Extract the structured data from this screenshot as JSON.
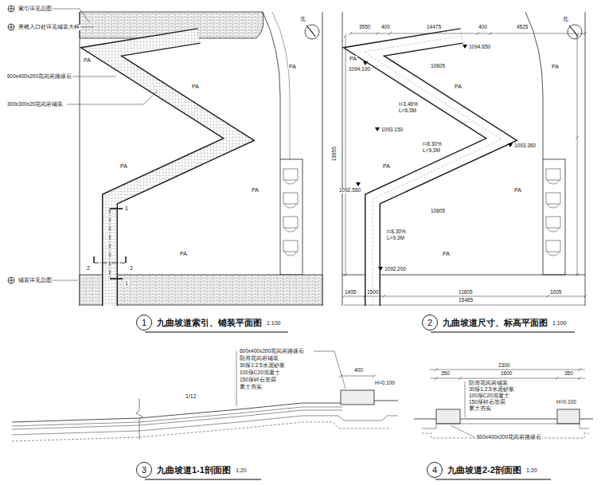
{
  "diagram": {
    "nodes": [
      {
        "text": [
          "1",
          "九曲坡道索引、铺装平面图",
          "1:100"
        ]
      },
      {
        "text": [
          "2",
          "九曲坡道尺寸、标高平面图",
          "1:100"
        ]
      },
      {
        "text": [
          "3",
          "九曲坡道1-1剖面图",
          "1:20"
        ]
      },
      {
        "text": [
          "4",
          "九曲坡道2-2剖面图",
          "1:20"
        ]
      }
    ],
    "edges": [],
    "labels": [
      "索引详见总图",
      "座椅入口处详见铺装大样",
      "600x400x200花岗岩路缘石",
      "300x300x20花岗岩铺装",
      "铺装详见总图",
      "北",
      "PA",
      "PA",
      "PA",
      "PA",
      "PA",
      "PA",
      "1",
      "1",
      "2",
      "2",
      "北",
      "3550",
      "400",
      "14475",
      "400",
      "4525",
      "1094.650",
      "1094.100",
      "10605",
      "i=3.46%",
      "L=6.3M",
      "1093.150",
      "i=8.30%",
      "L=9.3M",
      "1093.360",
      "19855",
      "10605",
      "1092.560",
      "i=8.30%",
      "L=9.3M",
      "1092.200",
      "1495",
      "1500",
      "11605",
      "1005",
      "15485",
      "PA",
      "PA",
      "PA",
      "PA",
      "PA",
      "PA",
      "600x400x200花岗岩路缘石",
      "防滑花岗岩铺装",
      "30厚1:2.5水泥砂浆",
      "100厚C20混凝土",
      "150厚碎石垫层",
      "素土夯实",
      "400",
      "H=0.100",
      "1/12",
      "2300",
      "350",
      "1600",
      "350",
      "防滑花岗岩铺装",
      "30厚1:2.5水泥砂浆",
      "100厚C20混凝土",
      "150厚碎石垫层",
      "素土夯实",
      "600x400x200花岗岩路缘石",
      "H=0.100"
    ]
  }
}
